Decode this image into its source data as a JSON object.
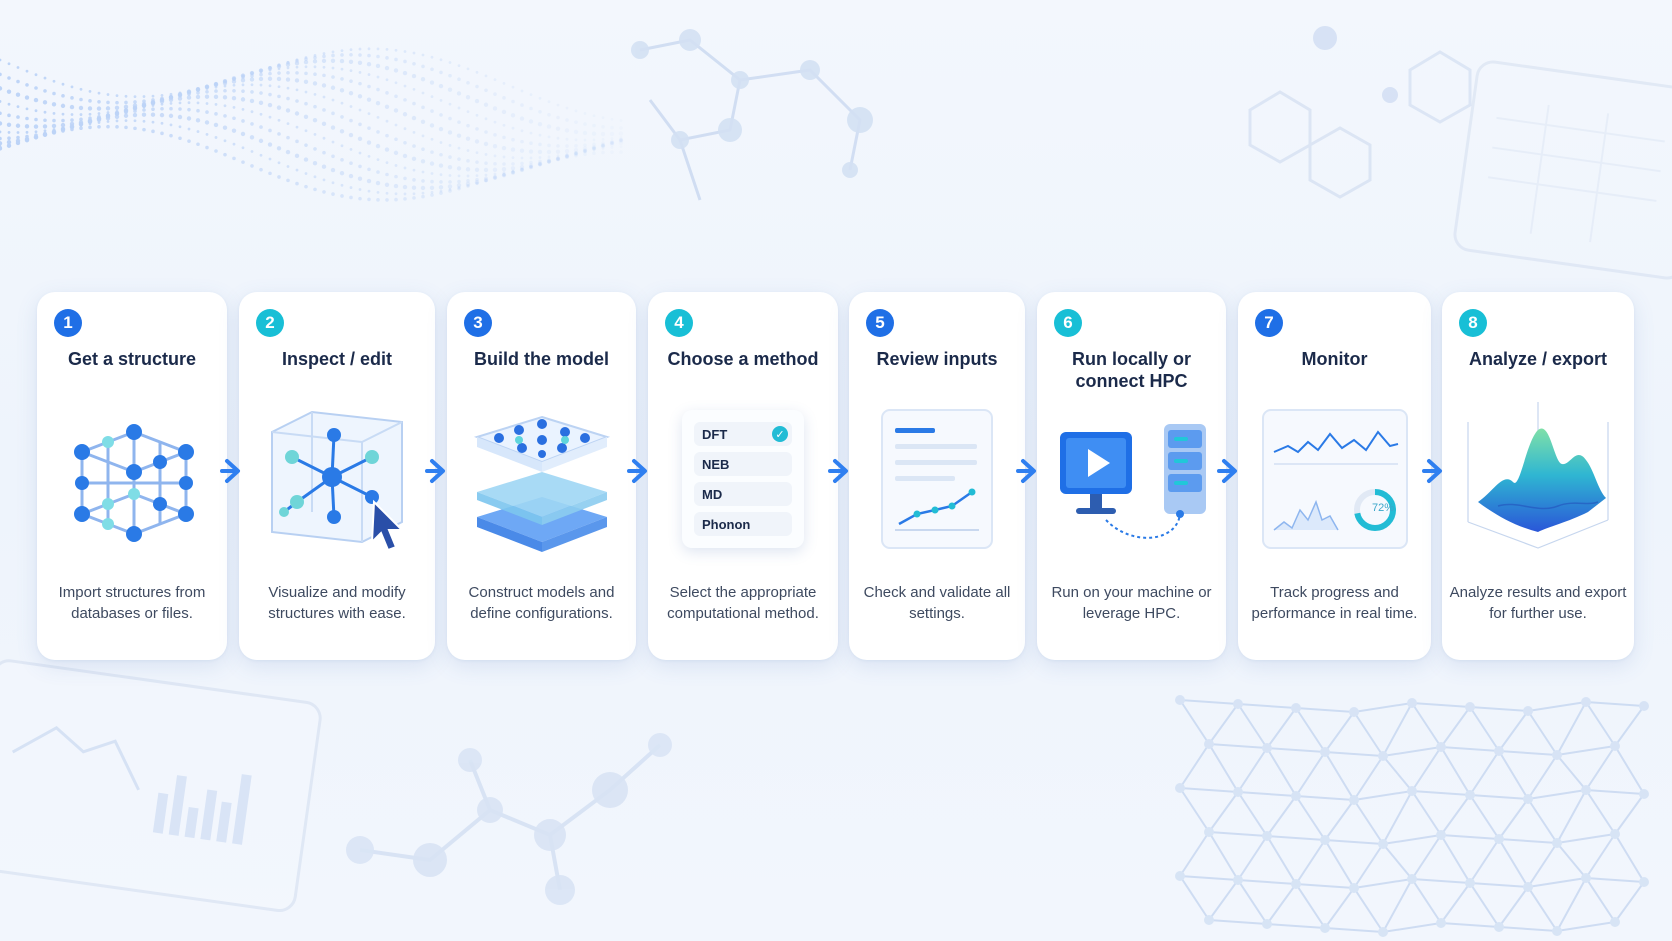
{
  "steps": [
    {
      "number": "1",
      "title": "Get a structure",
      "description": "Import structures from databases or files.",
      "badge_color": "#1f6fe6"
    },
    {
      "number": "2",
      "title": "Inspect / edit",
      "description": "Visualize and modify structures with ease.",
      "badge_color": "#18bfd6"
    },
    {
      "number": "3",
      "title": "Build the model",
      "description": "Construct models and define configurations.",
      "badge_color": "#1f6fe6"
    },
    {
      "number": "4",
      "title": "Choose a method",
      "description": "Select the appropriate computational method.",
      "badge_color": "#18bfd6",
      "methods": [
        "DFT",
        "NEB",
        "MD",
        "Phonon"
      ],
      "selected_method": "DFT"
    },
    {
      "number": "5",
      "title": "Review inputs",
      "description": "Check and validate all settings.",
      "badge_color": "#1f6fe6"
    },
    {
      "number": "6",
      "title": "Run locally or connect HPC",
      "description": "Run on your machine or leverage HPC.",
      "badge_color": "#18bfd6"
    },
    {
      "number": "7",
      "title": "Monitor",
      "description": "Track progress and performance in real time.",
      "badge_color": "#1f6fe6",
      "progress_label": "72%"
    },
    {
      "number": "8",
      "title": "Analyze / export",
      "description": "Analyze results and export for further use.",
      "badge_color": "#18bfd6"
    }
  ],
  "colors": {
    "accent": "#1f6fe6",
    "teal": "#18bfd6",
    "text": "#1b2a4a",
    "arrow": "#2f7ff0"
  },
  "icons": [
    "cube-lattice-icon",
    "edit-cube-cursor-icon",
    "layered-model-icon",
    "method-list-icon",
    "review-document-icon",
    "monitor-server-icon",
    "dashboard-chart-icon",
    "surface-plot-icon",
    "arrow-right-icon",
    "checkmark-icon",
    "play-icon"
  ]
}
